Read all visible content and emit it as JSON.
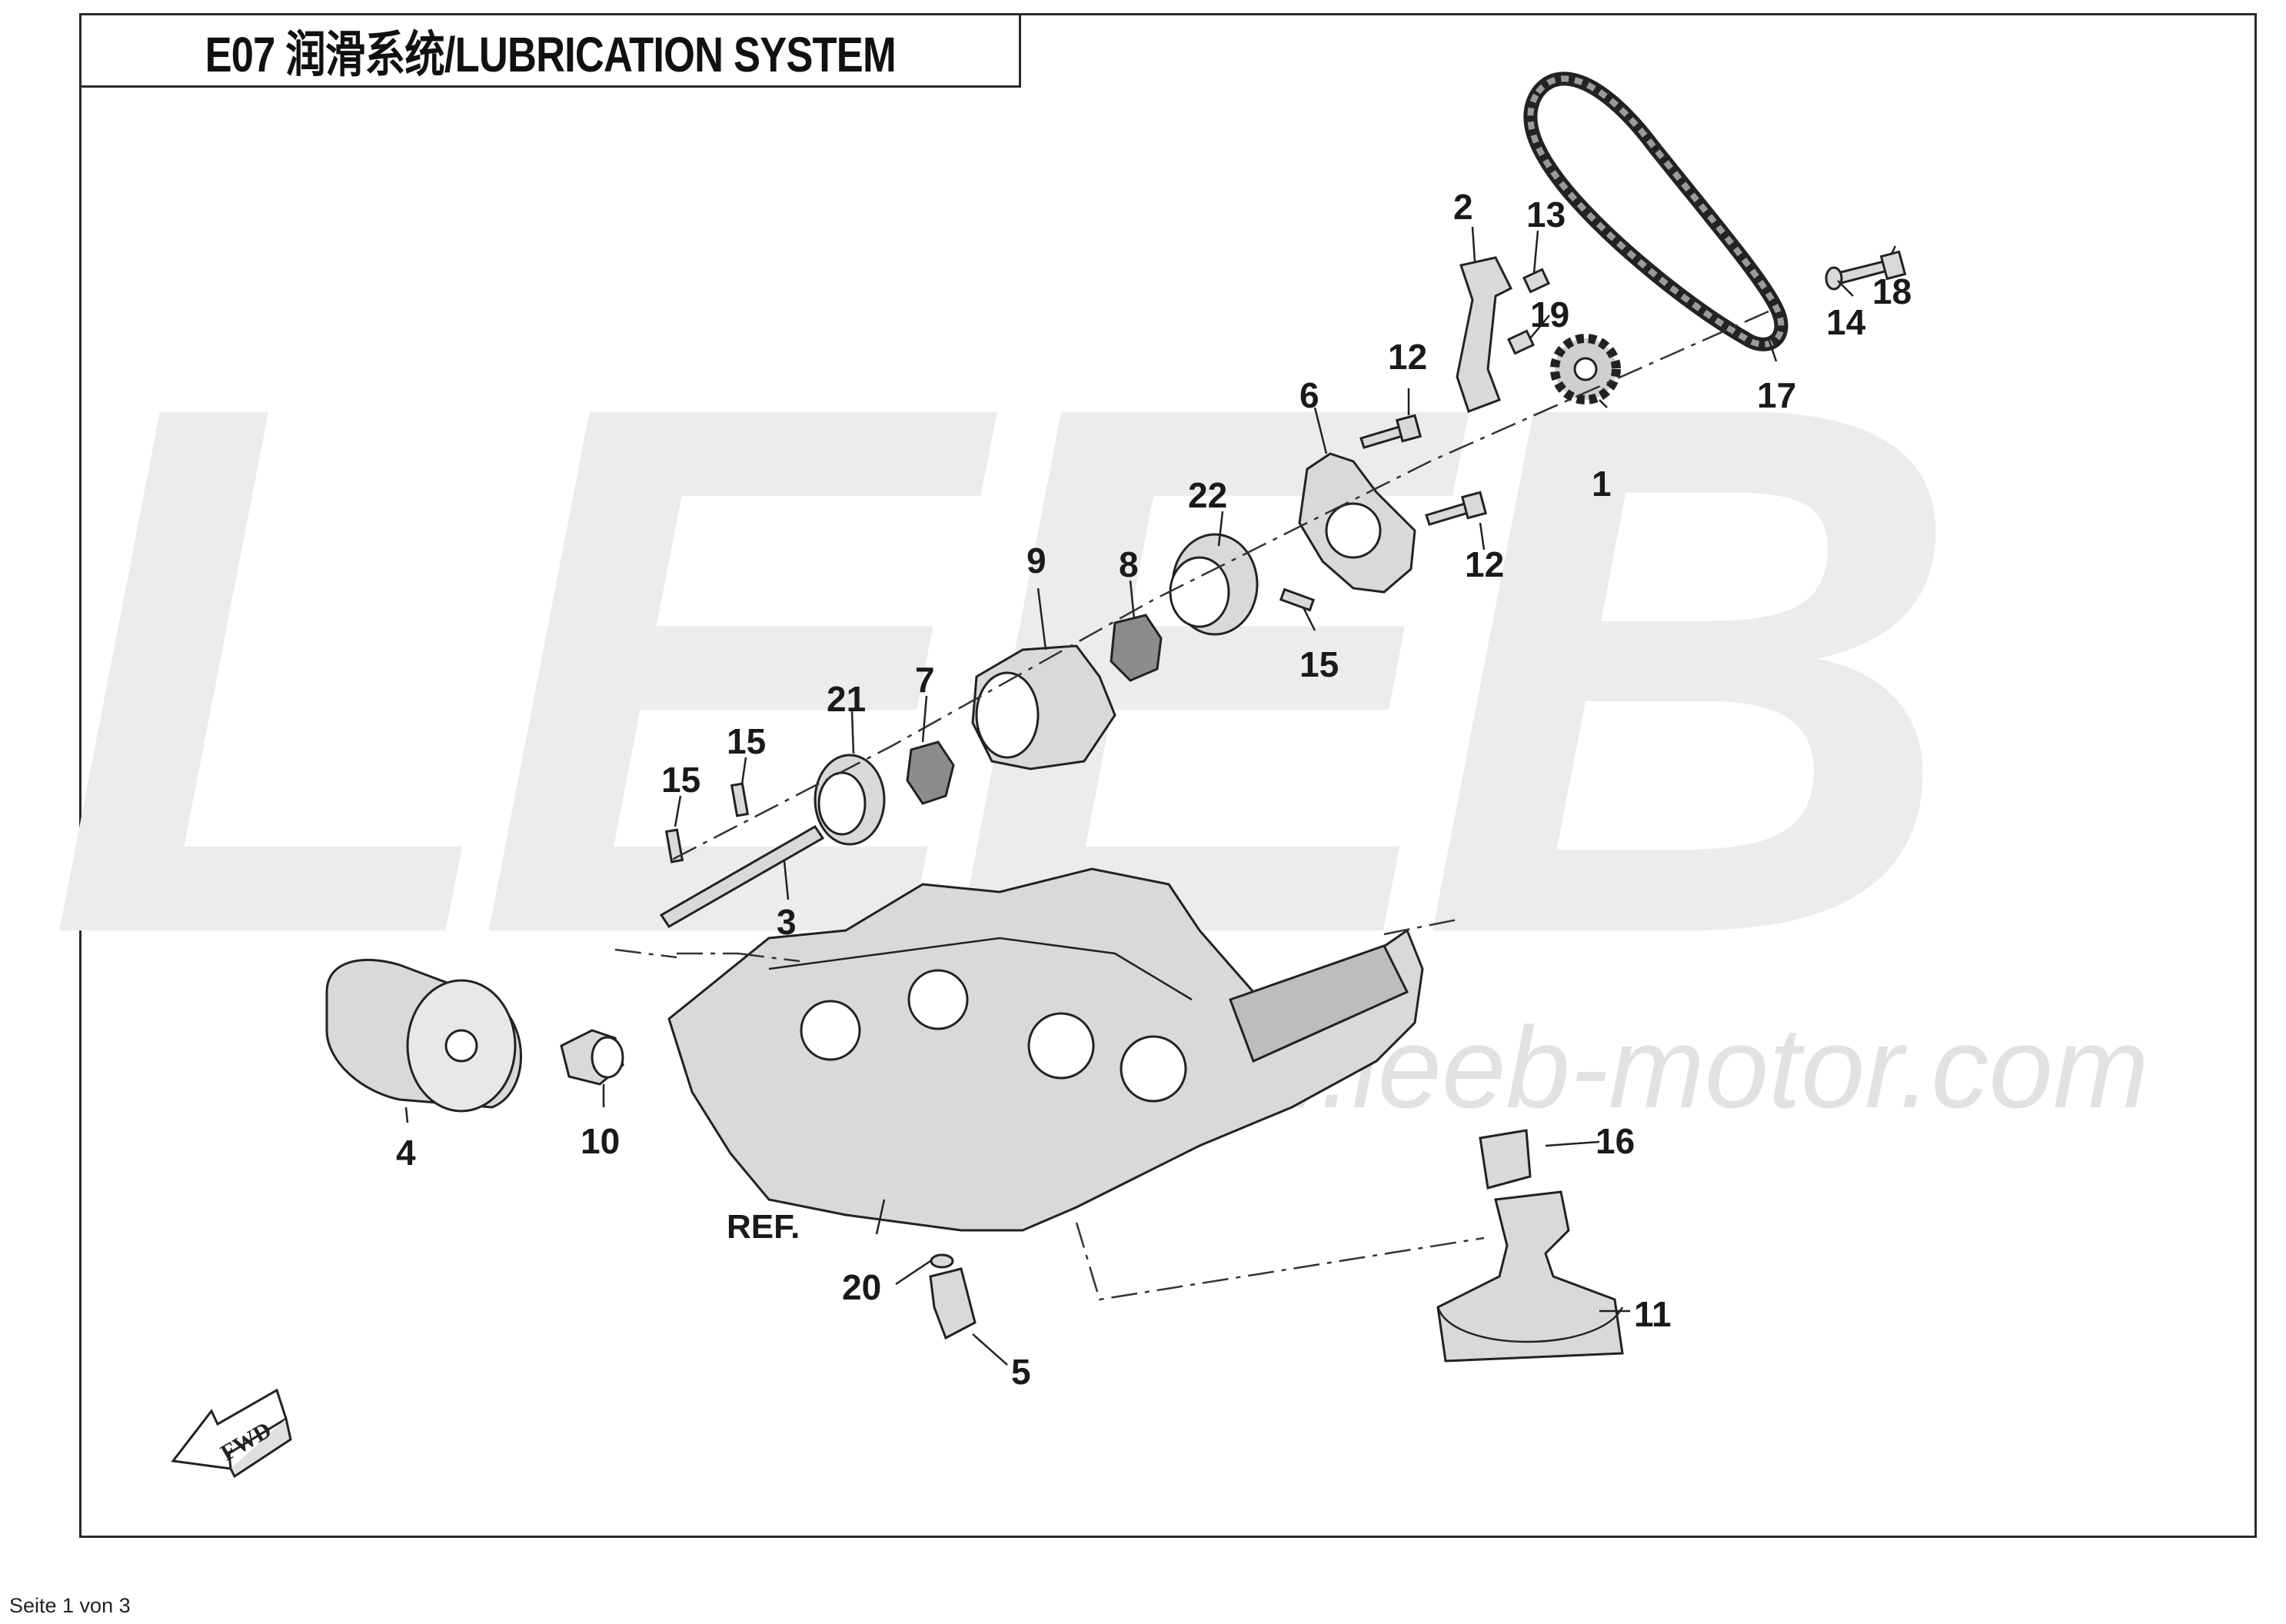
{
  "title": "E07 润滑系统/LUBRICATION SYSTEM",
  "watermark": {
    "letters": "LEEB",
    "url": "www.leeb-motor.com"
  },
  "ref_label": "REF.",
  "fwd_label": "FWD",
  "footer": "Seite 1 von 3",
  "callouts": [
    "1",
    "2",
    "3",
    "4",
    "5",
    "6",
    "7",
    "8",
    "9",
    "10",
    "11",
    "12",
    "12",
    "13",
    "14",
    "15",
    "15",
    "15",
    "16",
    "17",
    "18",
    "19",
    "20",
    "21",
    "22"
  ]
}
